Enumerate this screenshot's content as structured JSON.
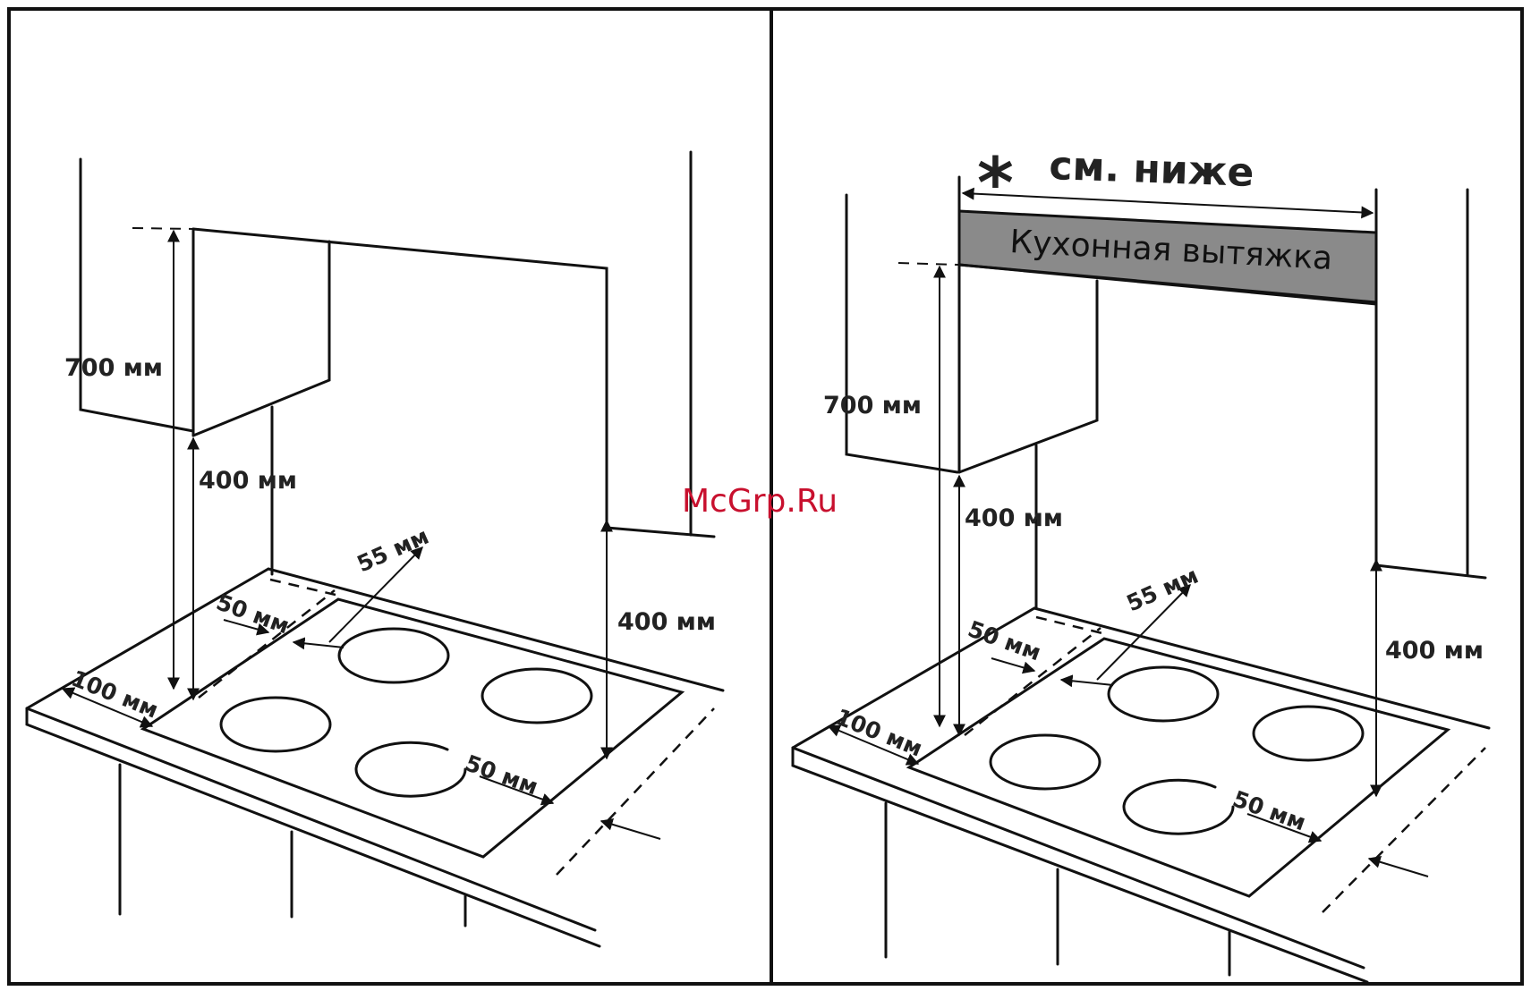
{
  "watermark": "McGrp.Ru",
  "left_panel": {
    "dim_700": "700 мм",
    "dim_400_cabinet": "400 мм",
    "dim_400_right": "400 мм",
    "dim_55": "55 мм",
    "dim_50_back": "50 мм",
    "dim_100": "100 мм",
    "dim_50_front": "50 мм"
  },
  "right_panel": {
    "asterisk": "*",
    "see_below": "см. ниже",
    "hood_label": "Кухонная вытяжка",
    "hood_color": "#8a8a8a",
    "dim_700": "700 мм",
    "dim_400_cabinet": "400 мм",
    "dim_400_right": "400 мм",
    "dim_55": "55 мм",
    "dim_50_back": "50 мм",
    "dim_100": "100 мм",
    "dim_50_front": "50 мм"
  },
  "colors": {
    "line": "#111111",
    "watermark": "#c8102e"
  }
}
